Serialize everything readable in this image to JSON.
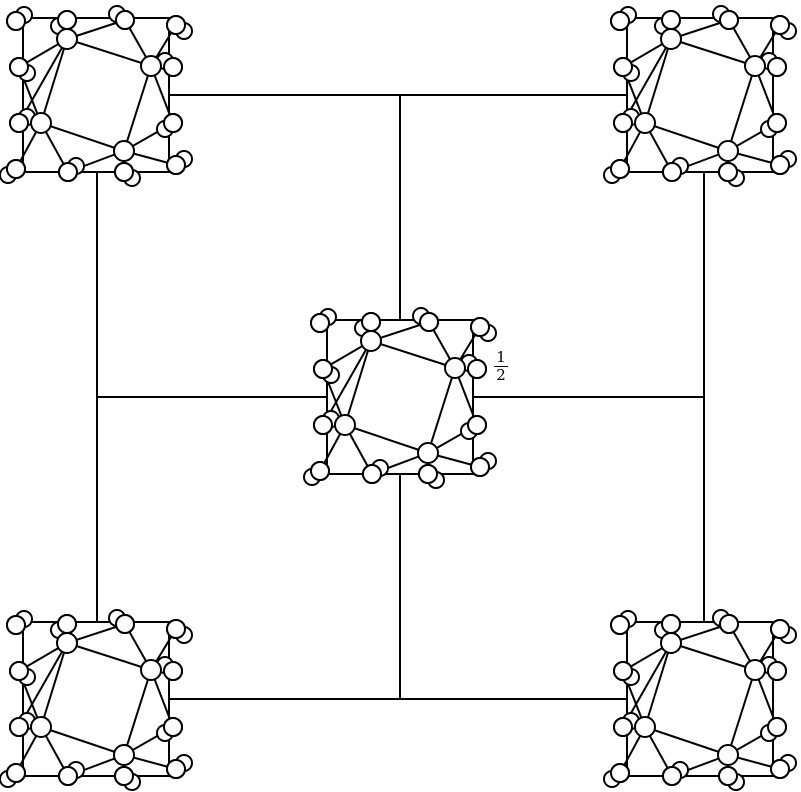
{
  "diagram": {
    "center_label": {
      "numerator": "1",
      "denominator": "2"
    },
    "stroke_color": "#000000",
    "fill_color": "#ffffff",
    "gadgets": [
      {
        "id": "top-left"
      },
      {
        "id": "top-right"
      },
      {
        "id": "center"
      },
      {
        "id": "bottom-left"
      },
      {
        "id": "bottom-right"
      }
    ]
  }
}
